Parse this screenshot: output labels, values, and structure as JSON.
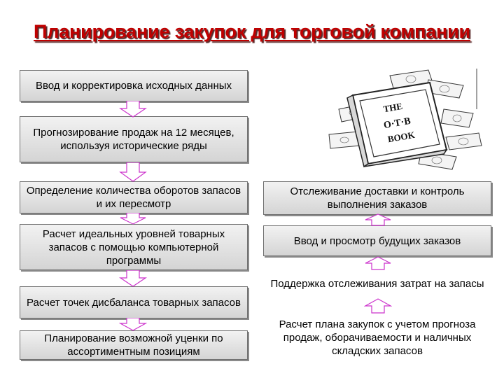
{
  "title": "Планирование закупок для торговой компании",
  "left_steps": [
    "Ввод и корректировка исходных данных",
    "Прогнозирование продаж на 12 месяцев, используя исторические ряды",
    "Определение количества оборотов запасов и их пересмотр",
    "Расчет идеальных уровней товарных запасов с помощью компьютерной программы",
    "Расчет точек дисбаланса товарных запасов",
    "Планирование возможной уценки по ассортиментным позициям"
  ],
  "right_steps": [
    "Отслеживание доставки и контроль выполнения заказов",
    "Ввод и просмотр будущих заказов",
    "Поддержка отслеживания затрат на запасы",
    "Расчет плана закупок с учетом прогноза продаж, оборачиваемости и наличных складских запасов"
  ],
  "book": {
    "lines": [
      "THE",
      "O·T·B",
      "BOOK"
    ]
  },
  "colors": {
    "title": "#c00000",
    "box_fill": "#e3e3e3",
    "arrow_fill": "#ffffff",
    "arrow_stroke": "#cc33cc"
  },
  "icons": [
    "otb-book-illustration",
    "down-arrow-icon",
    "up-arrow-icon"
  ]
}
